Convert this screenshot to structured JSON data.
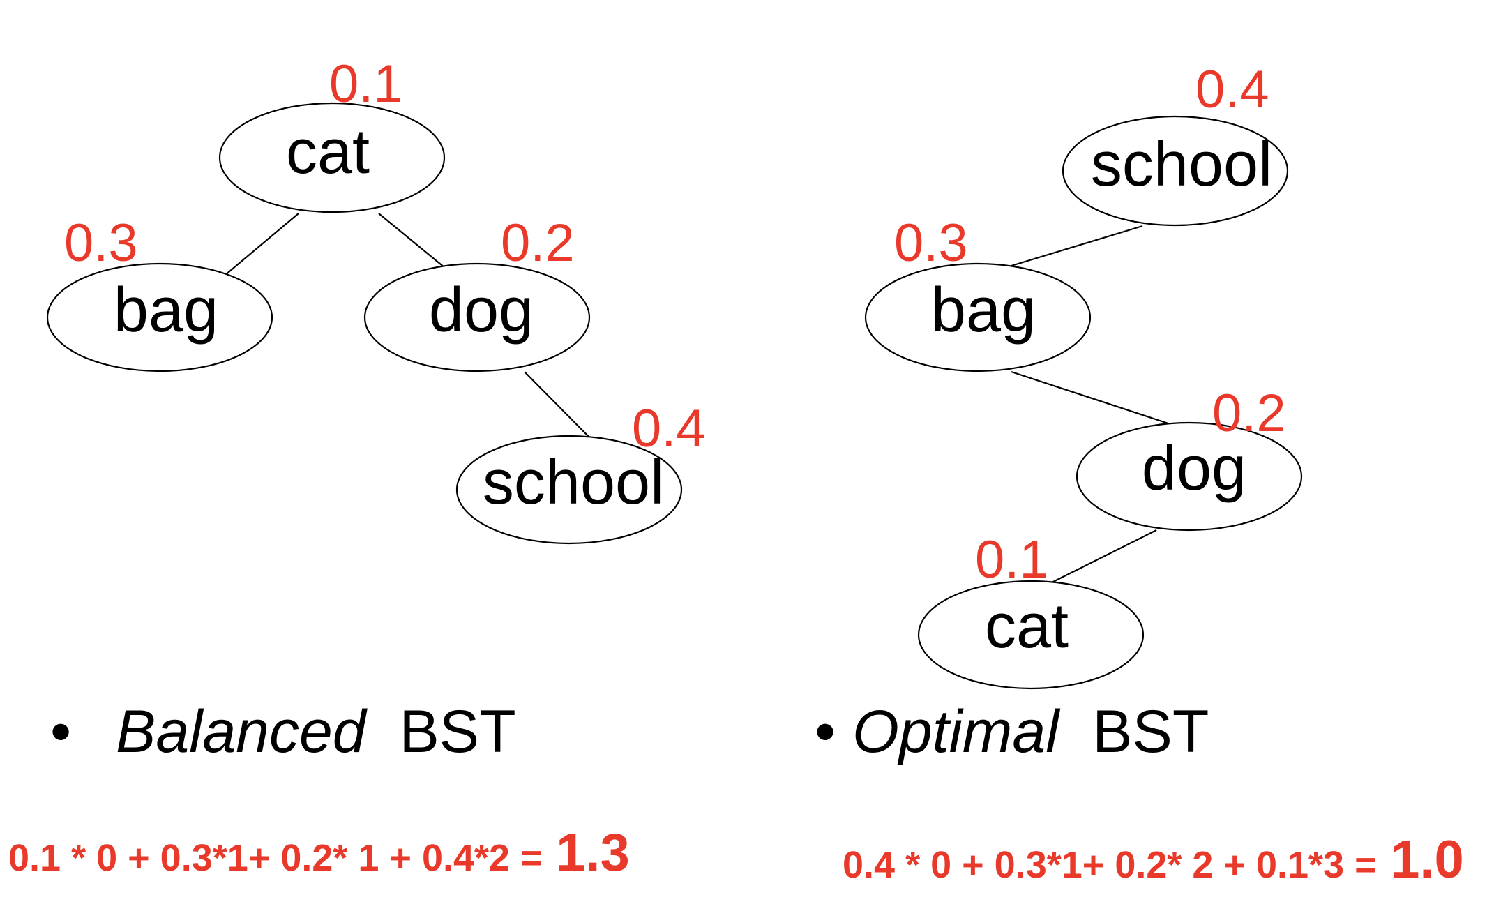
{
  "balanced": {
    "nodes": {
      "cat": {
        "label": "cat",
        "prob": "0.1"
      },
      "bag": {
        "label": "bag",
        "prob": "0.3"
      },
      "dog": {
        "label": "dog",
        "prob": "0.2"
      },
      "school": {
        "label": "school",
        "prob": "0.4"
      }
    },
    "caption": {
      "bullet": "•",
      "emph": "Balanced",
      "rest": " BST"
    },
    "formula": {
      "expr": "0.1 * 0 + 0.3*1+ 0.2* 1 + 0.4*2 = ",
      "result": "1.3"
    }
  },
  "optimal": {
    "nodes": {
      "school": {
        "label": "school",
        "prob": "0.4"
      },
      "bag": {
        "label": "bag",
        "prob": "0.3"
      },
      "dog": {
        "label": "dog",
        "prob": "0.2"
      },
      "cat": {
        "label": "cat",
        "prob": "0.1"
      }
    },
    "caption": {
      "bullet": "•",
      "emph": "Optimal",
      "rest": " BST"
    },
    "formula": {
      "expr": "0.4 * 0 + 0.3*1+ 0.2* 2 + 0.1*3 = ",
      "result": "1.0"
    }
  },
  "colors": {
    "probability": "#e8392a",
    "node_text": "#000000",
    "edge": "#000000"
  }
}
